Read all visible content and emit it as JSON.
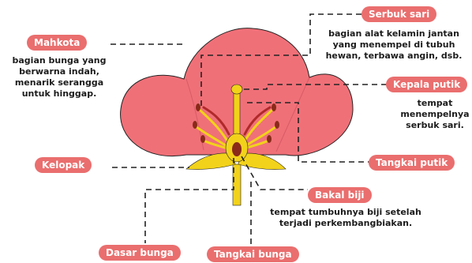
{
  "colors": {
    "label_bg": "#ea6e6e",
    "label_text": "#ffffff",
    "petal": "#f07078",
    "petal_outline": "#222222",
    "yellow": "#f2d21a",
    "stamen_head": "#8a2a1a",
    "pistil_red": "#b02a2a",
    "leader_line": "#222222"
  },
  "labels": {
    "mahkota": "Mahkota",
    "serbuk_sari": "Serbuk sari",
    "kepala_putik": "Kepala putik",
    "kelopak": "Kelopak",
    "tangkai_putik": "Tangkai putik",
    "bakal_biji": "Bakal biji",
    "dasar_bunga": "Dasar bunga",
    "tangkai_bunga": "Tangkai bunga"
  },
  "descriptions": {
    "mahkota": [
      "bagian bunga yang",
      "berwarna indah,",
      "menarik serangga",
      "untuk hinggap."
    ],
    "serbuk_sari": [
      "bagian alat kelamin jantan",
      "yang menempel di tubuh",
      "hewan, terbawa angin, dsb."
    ],
    "kepala_putik": [
      "tempat",
      "menempelnya",
      "serbuk sari."
    ],
    "bakal_biji": [
      "tempat tumbuhnya biji setelah",
      "terjadi perkembangbiakan."
    ]
  }
}
